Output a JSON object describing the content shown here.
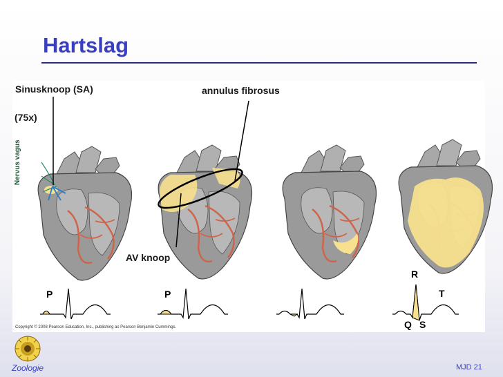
{
  "title": "Hartslag",
  "labels": {
    "sa_node": "Sinusknoop (SA)",
    "rate": "(75x)",
    "nerve": "Nervus vagus",
    "annulus": "annulus fibrosus",
    "av_node": "AV knoop"
  },
  "ecg": {
    "p1": "P",
    "p2": "P",
    "r": "R",
    "t": "T",
    "q": "Q",
    "s": "S"
  },
  "copyright": "Copyright © 2008 Pearson Education, Inc., publishing as Pearson Benjamin Cummings.",
  "footer": {
    "left": "Zoologie",
    "right": "MJD  21"
  },
  "colors": {
    "title": "#3a3fbf",
    "heart_gray": "#9a9a9a",
    "excited_yellow": "#f7e08e",
    "vessel_red": "#d0644a"
  }
}
